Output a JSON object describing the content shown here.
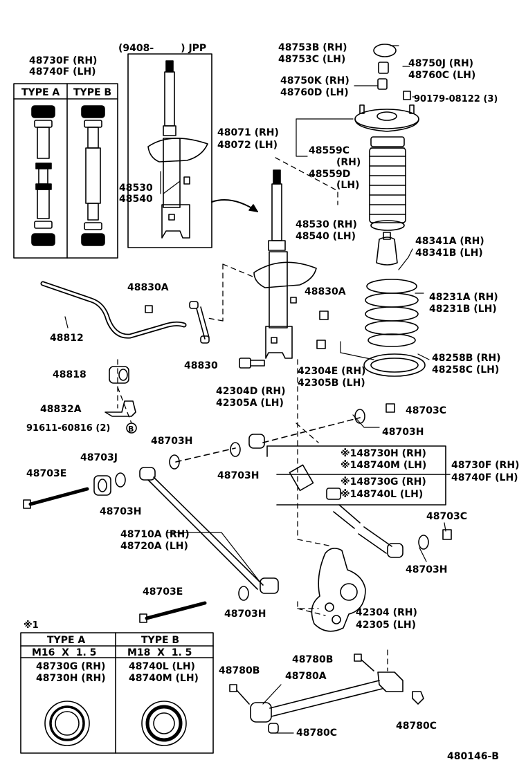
{
  "labels": {
    "p48730f_rh": "48730F (RH)",
    "p48740f_lh": "48740F (LH)",
    "type_a": "TYPE A",
    "type_b": "TYPE B",
    "jpp": "(9408-        ) JPP",
    "p48530_top": "48530",
    "p48540_top": "48540",
    "p48753b": "48753B (RH)",
    "p48753c": "48753C (LH)",
    "p48750j": "48750J (RH)",
    "p48760c": "48760C (LH)",
    "p48750k": "48750K (RH)",
    "p48760d": "48760D (LH)",
    "p90179": "90179-08122 (3)",
    "p48071": "48071 (RH)",
    "p48072": "48072 (LH)",
    "p48559c": "48559C",
    "rh1": "(RH)",
    "p48559d": "48559D",
    "lh1": "(LH)",
    "p48530_rh": "48530 (RH)",
    "p48540_lh": "48540 (LH)",
    "p48341a": "48341A (RH)",
    "p48341b": "48341B (LH)",
    "p48830a_l": "48830A",
    "p48830a_r": "48830A",
    "p48231a": "48231A (RH)",
    "p48231b": "48231B (LH)",
    "p48812": "48812",
    "p48830": "48830",
    "p42304e": "42304E (RH)",
    "p42305b": "42305B (LH)",
    "p48258b": "48258B (RH)",
    "p48258c": "48258C (LH)",
    "p48818": "48818",
    "p42304d": "42304D (RH)",
    "p42305a": "42305A (LH)",
    "p48703c_a": "48703C",
    "p48832a": "48832A",
    "p91611": "91611-60816 (2)",
    "p48703h_a": "48703H",
    "p48703h_b": "48703H",
    "p148730h": "※148730H (RH)",
    "p148740m": "※148740M (LH)",
    "p48730f_r": "48730F (RH)",
    "p48740f_r": "48740F (LH)",
    "p48703j": "48703J",
    "p48703h_c": "48703H",
    "p148730g": "※148730G (RH)",
    "p148740l": "※148740L (LH)",
    "p48703e_a": "48703E",
    "p48703h_d": "48703H",
    "p48703c_b": "48703C",
    "p48710a": "48710A (RH)",
    "p48720a": "48720A (LH)",
    "p48703h_e": "48703H",
    "p48703e_b": "48703E",
    "p48703h_f": "48703H",
    "p42304": "42304 (RH)",
    "p42305": "42305 (LH)",
    "note_mark": "※1",
    "p48780b_a": "48780B",
    "p48780b_b": "48780B",
    "p48780a": "48780A",
    "p48780c_a": "48780C",
    "p48780c_b": "48780C",
    "diagram_id": "480146-B"
  },
  "table": {
    "h_a": "TYPE  A",
    "h_b": "TYPE  B",
    "spec_a": "M16  X  1. 5",
    "spec_b": "M18  X  1. 5",
    "a1": "48730G (RH)",
    "a2": "48730H (RH)",
    "b1": "48740L (LH)",
    "b2": "48740M (LH)"
  },
  "circle_b": "B"
}
